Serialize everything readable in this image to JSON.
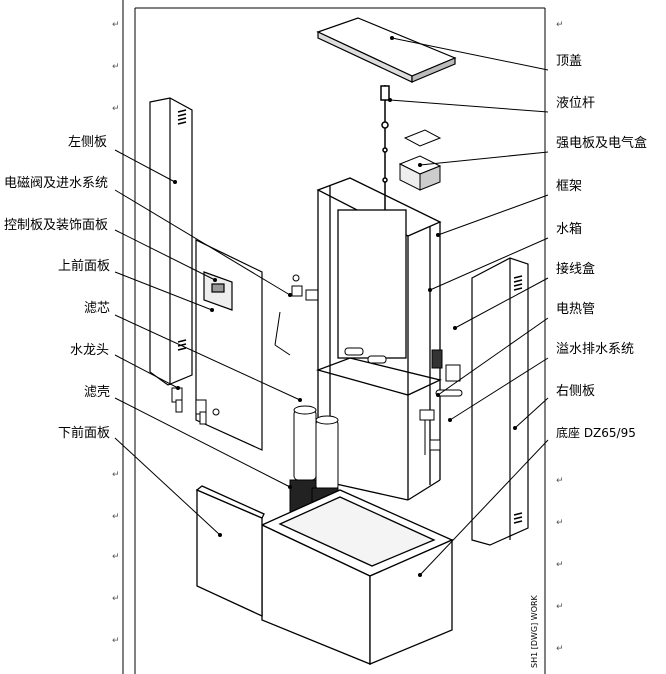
{
  "labels_right": [
    {
      "id": "top-cover",
      "text": "顶盖"
    },
    {
      "id": "level-rod",
      "text": "液位杆"
    },
    {
      "id": "power-board",
      "text": "强电板及电气盒"
    },
    {
      "id": "frame",
      "text": "框架"
    },
    {
      "id": "water-tank",
      "text": "水箱"
    },
    {
      "id": "junction-box",
      "text": "接线盒"
    },
    {
      "id": "heating-tube",
      "text": "电热管"
    },
    {
      "id": "overflow-drain",
      "text": "溢水排水系统"
    },
    {
      "id": "right-panel",
      "text": "右侧板"
    },
    {
      "id": "base",
      "text": "底座 DZ65/95"
    }
  ],
  "labels_left": [
    {
      "id": "left-panel",
      "text": "左侧板"
    },
    {
      "id": "solenoid-valve",
      "text": "电磁阀及进水系统"
    },
    {
      "id": "control-board",
      "text": "控制板及装饰面板"
    },
    {
      "id": "upper-front-panel",
      "text": "上前面板"
    },
    {
      "id": "filter-core",
      "text": "滤芯"
    },
    {
      "id": "faucet",
      "text": "水龙头"
    },
    {
      "id": "filter-shell",
      "text": "滤壳"
    },
    {
      "id": "lower-front-panel",
      "text": "下前面板"
    }
  ],
  "watermark": "SH1 [DWG] WORK",
  "margin_marks": "↵",
  "colors": {
    "line": "#000000",
    "paper": "#ffffff"
  }
}
